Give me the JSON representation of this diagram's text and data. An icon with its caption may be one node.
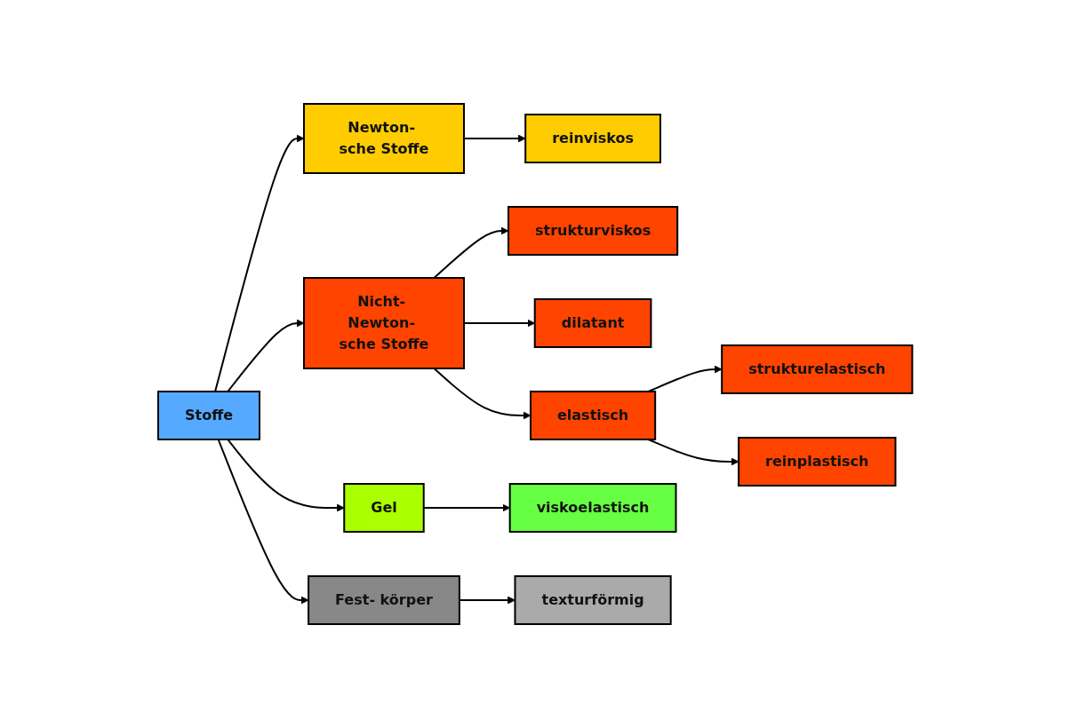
{
  "diagram": {
    "nodes": [
      {
        "text": [
          "Stoffe"
        ]
      },
      {
        "text": [
          "Newton- sche Stoffe"
        ]
      },
      {
        "text": [
          "reinviskos"
        ]
      },
      {
        "text": [
          "Nicht- Newton- sche Stoffe"
        ]
      },
      {
        "text": [
          "strukturviskos"
        ]
      },
      {
        "text": [
          "dilatant"
        ]
      },
      {
        "text": [
          "elastisch"
        ]
      },
      {
        "text": [
          "strukturelastisch"
        ]
      },
      {
        "text": [
          "reinplastisch"
        ]
      },
      {
        "text": [
          "Gel"
        ]
      },
      {
        "text": [
          "viskoelastisch"
        ]
      },
      {
        "text": [
          "Fest- körper"
        ]
      },
      {
        "text": [
          "texturförmig"
        ]
      }
    ],
    "edges": [
      {
        "from": 0,
        "to": 1,
        "arrow": "to"
      },
      {
        "from": 0,
        "to": 3,
        "arrow": "to"
      },
      {
        "from": 0,
        "to": 9,
        "arrow": "to"
      },
      {
        "from": 0,
        "to": 11,
        "arrow": "to"
      },
      {
        "from": 1,
        "to": 2,
        "arrow": "to"
      },
      {
        "from": 3,
        "to": 4,
        "arrow": "to"
      },
      {
        "from": 3,
        "to": 5,
        "arrow": "to"
      },
      {
        "from": 3,
        "to": 6,
        "arrow": "to"
      },
      {
        "from": 6,
        "to": 7,
        "arrow": "to"
      },
      {
        "from": 6,
        "to": 8,
        "arrow": "to"
      },
      {
        "from": 9,
        "to": 10,
        "arrow": "to"
      },
      {
        "from": 11,
        "to": 12,
        "arrow": "to"
      }
    ]
  }
}
